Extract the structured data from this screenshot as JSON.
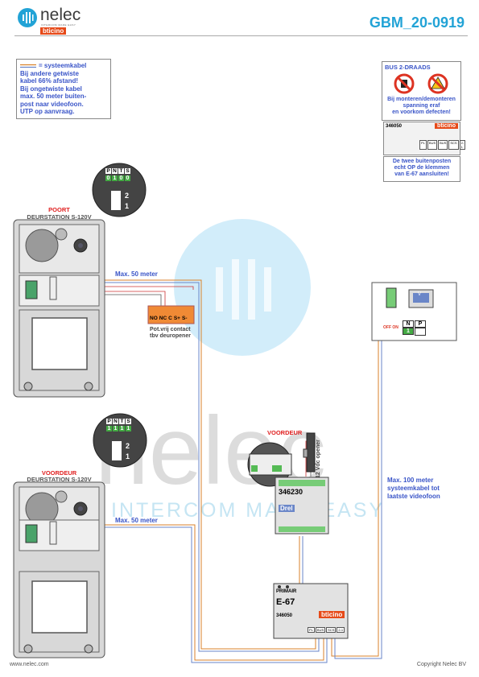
{
  "header": {
    "brand": "nelec",
    "tagline": "INTERCOM MADE EASY",
    "partner": "bticino",
    "doc_number": "GBM_20-0919"
  },
  "legend_note": {
    "title": "= systeemkabel",
    "lines": [
      "Bij andere getwiste",
      "kabel 66% afstand!",
      "Bij ongetwiste kabel",
      "max. 50 meter buiten-",
      "post naar videofoon.",
      "UTP op aanvraag."
    ]
  },
  "warning_box": {
    "title": "BUS 2-DRAADS",
    "lines": [
      "Bij monteren/demonteren",
      "spanning eraf",
      "en voorkom defecten!"
    ]
  },
  "module_top": {
    "code": "346050",
    "brand": "bticino",
    "terminals": [
      "PL",
      "BUS",
      "BUS",
      "SCS",
      "2-1"
    ]
  },
  "info_box": {
    "lines": [
      "De twee buitenposten",
      "echt OP de klemmen",
      "van E-67 aansluiten!"
    ]
  },
  "dip_top": {
    "headers": [
      "P",
      "N",
      "T",
      "S"
    ],
    "values": [
      "0",
      "1",
      "0",
      "0"
    ],
    "switch": [
      "2",
      "1"
    ]
  },
  "dip_bottom": {
    "headers": [
      "P",
      "N",
      "T",
      "S"
    ],
    "values": [
      "1",
      "1",
      "1",
      "1"
    ],
    "switch": [
      "2",
      "1"
    ]
  },
  "station_top": {
    "name": "POORT",
    "model": "DEURSTATION S-120V"
  },
  "station_bottom": {
    "name": "VOORDEUR",
    "model": "DEURSTATION S-120V"
  },
  "cable_labels": {
    "top": "Max. 50 meter",
    "bottom": "Max. 50 meter",
    "right": [
      "Max. 100 meter",
      "systeemkabel tot",
      "laatste videofoon"
    ]
  },
  "relay_block": {
    "terminals": [
      "NO",
      "NC",
      "C",
      "S+",
      "S-"
    ],
    "caption": [
      "Pot.vrij contact",
      "tbv deuropener"
    ]
  },
  "voordeur_detail": {
    "title": "VOORDEUR",
    "opener_label": "12 Vdc opener"
  },
  "module_346230": {
    "code": "346230",
    "mode": "Drel"
  },
  "module_e67": {
    "label_top": "PRIMAIR",
    "name": "E-67",
    "code": "346050",
    "brand": "bticino",
    "terminals": [
      "PL",
      "BUS",
      "SCS",
      "2-1"
    ]
  },
  "videophone": {
    "screen_label": "V",
    "dip_headers": [
      "N",
      "P"
    ],
    "dip_values": [
      "1",
      ""
    ],
    "switch_label": "OFF ON"
  },
  "footer": {
    "left": "www.nelec.com",
    "right": "Copyright Nelec BV"
  },
  "watermark": {
    "word": "nelec",
    "tagline": "INTERCOM MADE EASY"
  },
  "colors": {
    "brand_blue": "#22a3d6",
    "label_blue": "#3a55c8",
    "label_red": "#e02020",
    "cable_orange": "#d9822b",
    "cable_blue": "#6a86c8",
    "bticino_red": "#e64a19"
  }
}
